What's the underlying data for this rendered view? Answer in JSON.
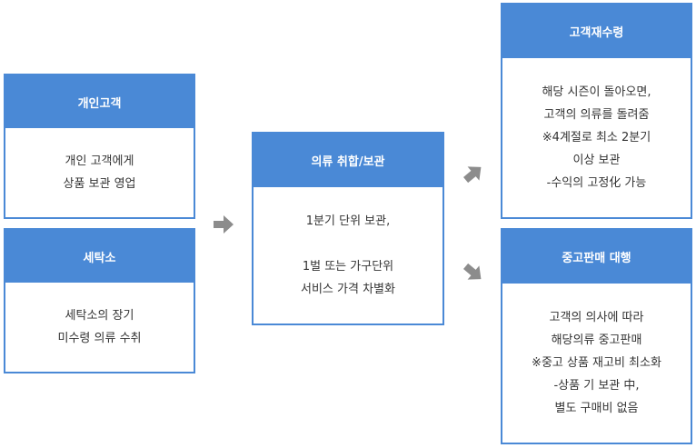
{
  "colors": {
    "header_fill": "#4a89d6",
    "border": "#4a89d6",
    "arrow": "#8c8c8c",
    "body_text": "#333333"
  },
  "boxes": {
    "personal": {
      "title": "개인고객",
      "lines": [
        "개인 고객에게",
        "상품 보관 영업"
      ]
    },
    "laundry": {
      "title": "세탁소",
      "lines": [
        "세탁소의 장기",
        "미수령 의류 수취"
      ]
    },
    "storage": {
      "title": "의류 취합/보관",
      "lines": [
        "1분기 단위 보관,",
        "",
        "1벌 또는 가구단위",
        "서비스 가격 차별화"
      ]
    },
    "return": {
      "title": "고객재수령",
      "lines": [
        "해당 시즌이 돌아오면,",
        "고객의 의류를 돌려줌",
        "※4계절로 최소 2분기",
        "이상 보관",
        "-수익의 고정化 가능"
      ]
    },
    "resale": {
      "title": "중고판매 대행",
      "lines": [
        "고객의 의사에 따라",
        "해당의류 중고판매",
        "※중고 상품 재고비 최소화",
        "-상품 기 보관 中,",
        "별도 구매비 없음"
      ]
    }
  },
  "icons": {
    "arrow_right": "arrow-right-icon",
    "arrow_up_right": "arrow-up-right-icon",
    "arrow_down_right": "arrow-down-right-icon"
  }
}
